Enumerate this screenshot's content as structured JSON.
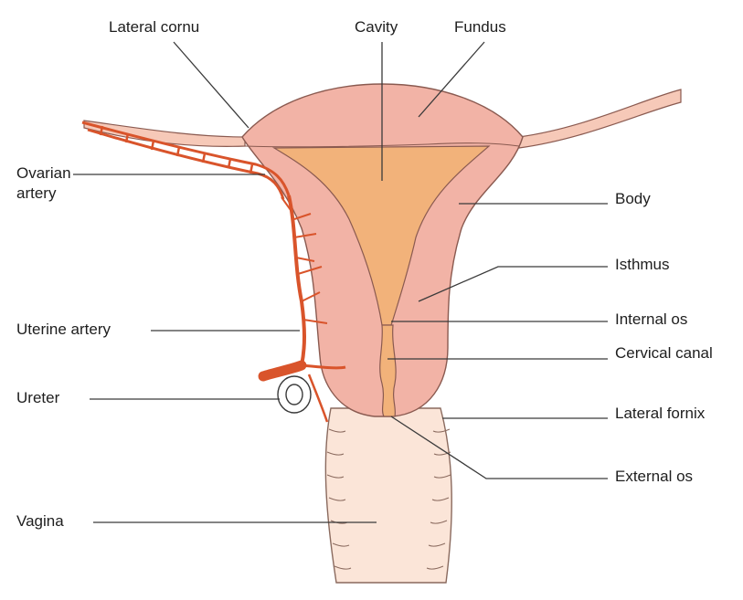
{
  "labels": {
    "lateral_cornu": "Lateral cornu",
    "cavity": "Cavity",
    "fundus": "Fundus",
    "ovarian_artery_line1": "Ovarian",
    "ovarian_artery_line2": "artery",
    "body": "Body",
    "isthmus": "Isthmus",
    "uterine_artery": "Uterine artery",
    "internal_os": "Internal os",
    "cervical_canal": "Cervical canal",
    "ureter": "Ureter",
    "lateral_fornix": "Lateral fornix",
    "external_os": "External os",
    "vagina": "Vagina"
  },
  "colors": {
    "uterus_wall": "#f2b3a6",
    "uterus_outline": "#8a5a50",
    "cavity": "#f2b27a",
    "vagina": "#fbe5d8",
    "artery": "#d9542b",
    "tube": "#f6c9b8",
    "leader_line": "#3a3a3a"
  }
}
